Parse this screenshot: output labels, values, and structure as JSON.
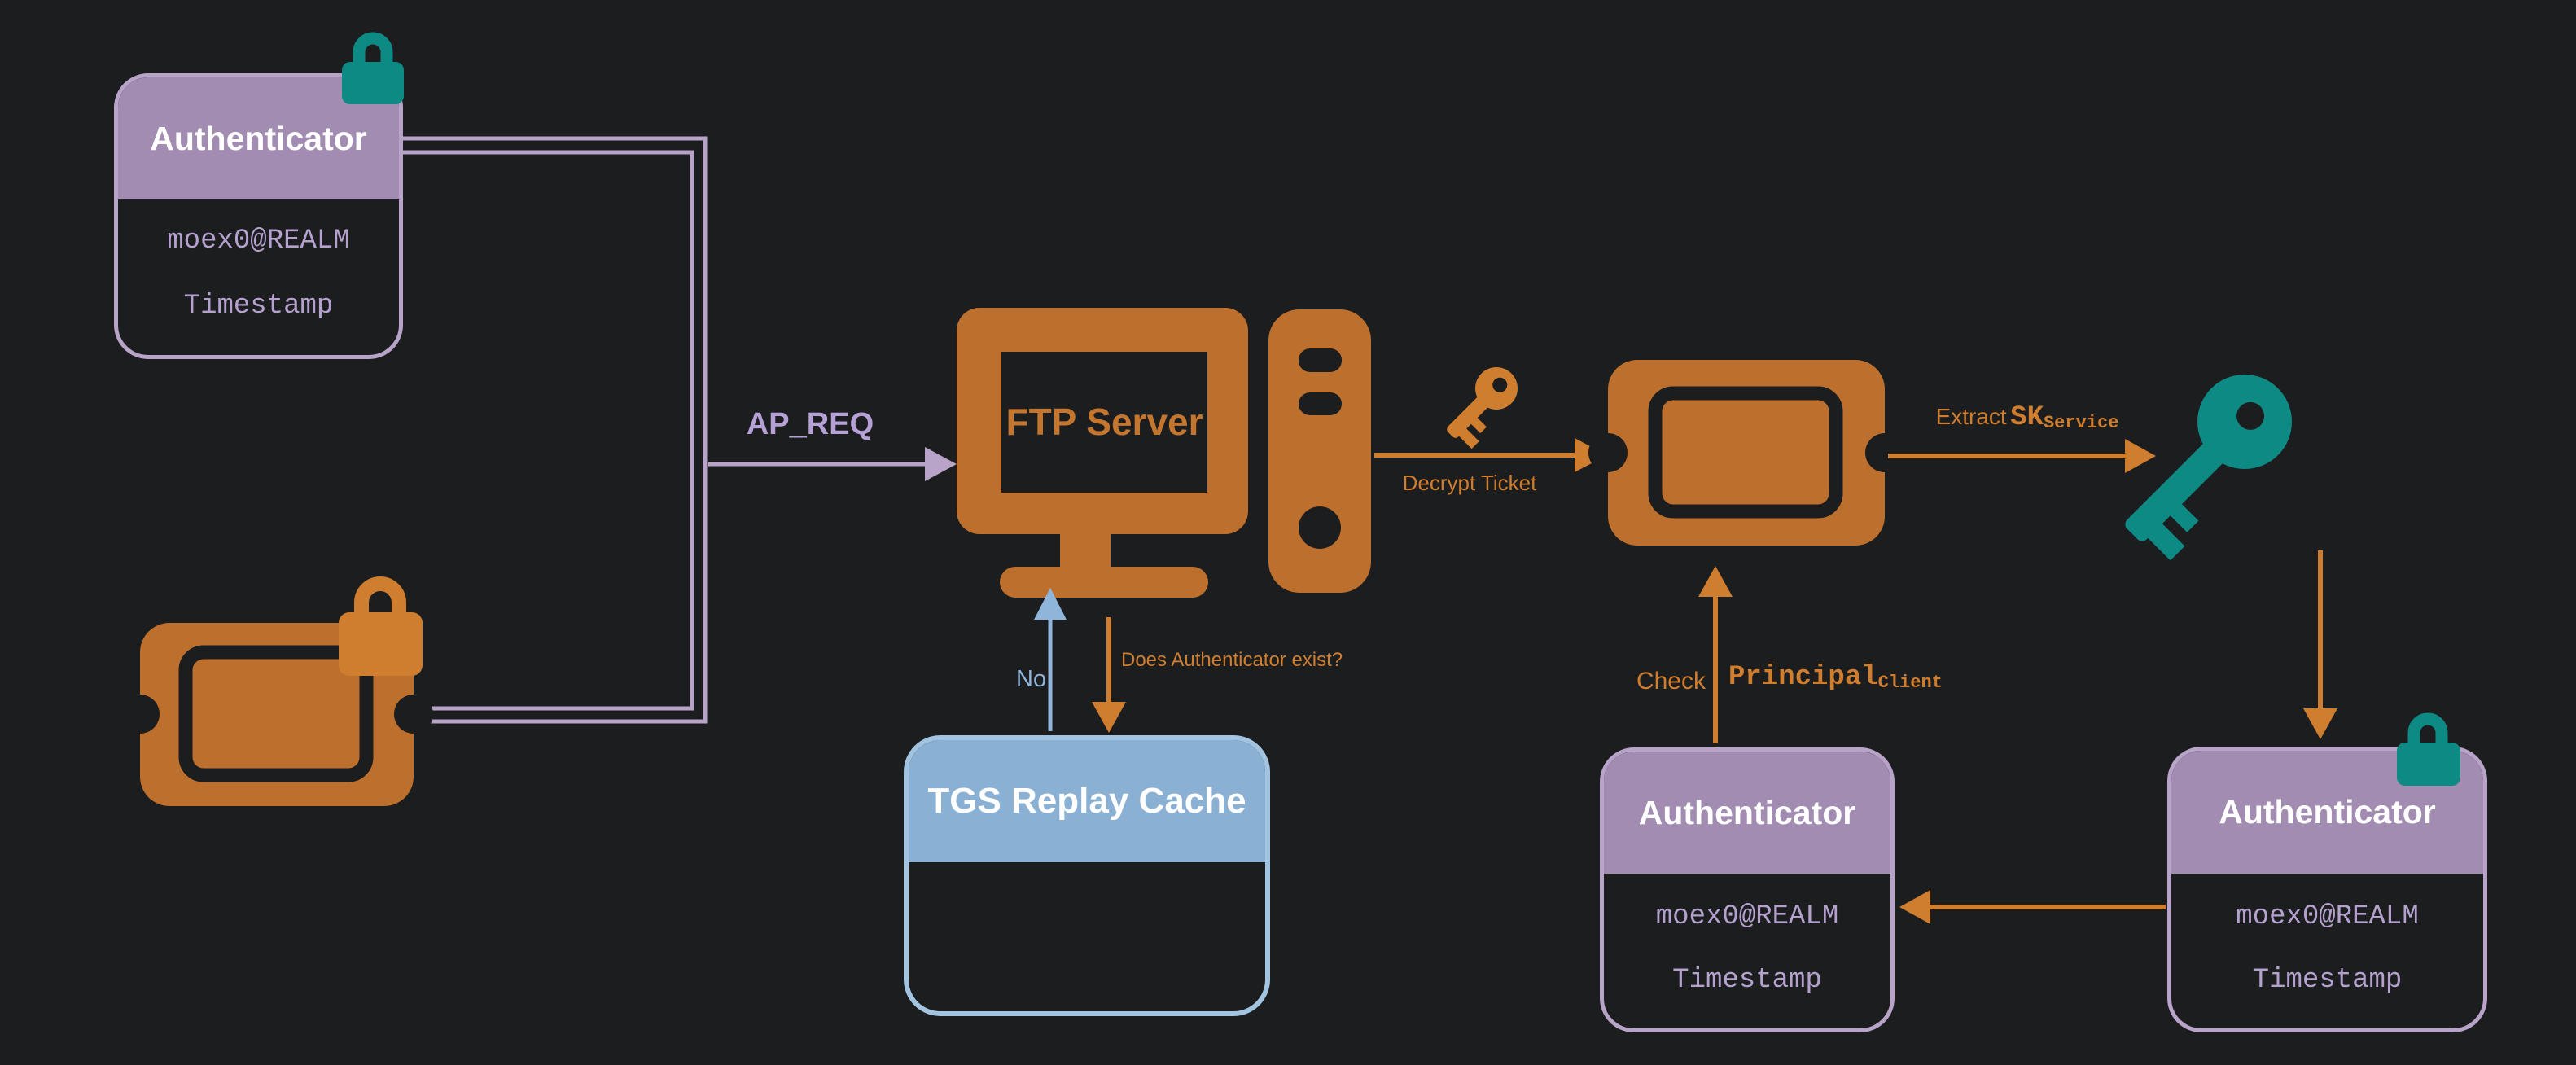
{
  "colors": {
    "background": "#1c1d1e",
    "purple_fill": "#a28cb2",
    "purple_border": "#b7a4c8",
    "purple_text": "#b4a1ce",
    "ap_req_text": "#b5a1d6",
    "orange_icon": "#bd6f2d",
    "orange_bright": "#cf7d2e",
    "teal": "#0e8a85",
    "blue_fill": "#8ab0d3",
    "blue_border": "#a3c4e0",
    "blue_text": "#8fb6da",
    "title_text": "#ffffff"
  },
  "boxes": {
    "client_authenticator": {
      "title": "Authenticator",
      "principal": "moex0@REALM",
      "timestamp": "Timestamp"
    },
    "tgs_replay_cache": {
      "title": "TGS Replay Cache"
    },
    "checked_authenticator": {
      "title": "Authenticator",
      "principal": "moex0@REALM",
      "timestamp": "Timestamp"
    },
    "received_authenticator": {
      "title": "Authenticator",
      "principal": "moex0@REALM",
      "timestamp": "Timestamp"
    }
  },
  "server": {
    "name": "FTP Server"
  },
  "labels": {
    "ap_req": "AP_REQ",
    "decrypt_ticket": "Decrypt Ticket",
    "does_authenticator_exist": "Does Authenticator exist?",
    "no": "No",
    "extract_action": "Extract",
    "extract_key": "SK",
    "extract_key_subscript": "Service",
    "check_action": "Check",
    "check_key": "Principal",
    "check_key_subscript": "Client"
  },
  "icons": {
    "lock_teal_client": "lock-icon",
    "lock_orange_ticket": "lock-icon",
    "lock_teal_received": "lock-icon",
    "ticket_client": "ticket-icon",
    "ticket_decrypted": "ticket-icon",
    "key_small_orange": "key-icon",
    "key_session_teal": "key-icon",
    "ftp_monitor": "monitor-icon",
    "ftp_tower": "server-tower-icon"
  }
}
